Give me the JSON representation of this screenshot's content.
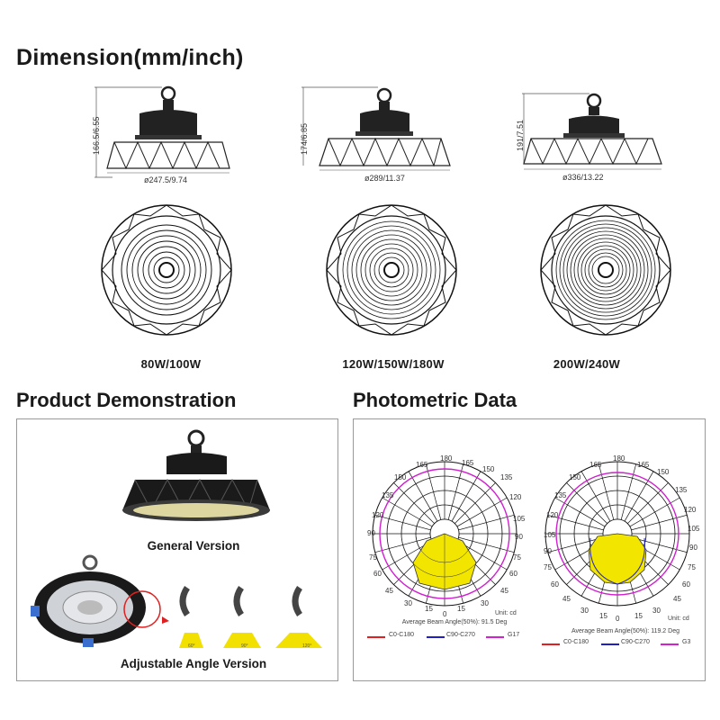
{
  "headings": {
    "dimension": "Dimension(mm/inch)",
    "demo": "Product Demonstration",
    "photometric": "Photometric Data"
  },
  "models": [
    {
      "label": "80W/100W",
      "height": "166.5/6.55",
      "diameter": "ø247.5/9.74"
    },
    {
      "label": "120W/150W/180W",
      "height": "174/6.85",
      "diameter": "ø289/11.37"
    },
    {
      "label": "200W/240W",
      "height": "191/7.51",
      "diameter": "ø336/13.22"
    }
  ],
  "demo": {
    "general_label": "General Version",
    "adjustable_label": "Adjustable Angle Version",
    "angles": [
      "60°",
      "90°",
      "120°"
    ]
  },
  "photometric": {
    "angle_ticks": [
      "180",
      "165",
      "150",
      "135",
      "120",
      "105",
      "90",
      "75",
      "60",
      "45",
      "30",
      "15",
      "0",
      "15",
      "30",
      "45",
      "60",
      "75",
      "90",
      "105",
      "120",
      "135",
      "150",
      "165"
    ],
    "unit": "Unit: cd",
    "charts": [
      {
        "beam": "Average Beam Angle(50%): 91.5 Deg",
        "legend": [
          {
            "name": "C0-C180",
            "color": "#e02020"
          },
          {
            "name": "C90-C270",
            "color": "#2020c0"
          },
          {
            "name": "G17",
            "color": "#d020d0"
          }
        ]
      },
      {
        "beam": "Average Beam Angle(50%): 119.2 Deg",
        "legend": [
          {
            "name": "C0-C180",
            "color": "#e02020"
          },
          {
            "name": "C90-C270",
            "color": "#2020c0"
          },
          {
            "name": "G3",
            "color": "#d020d0"
          }
        ]
      }
    ]
  }
}
